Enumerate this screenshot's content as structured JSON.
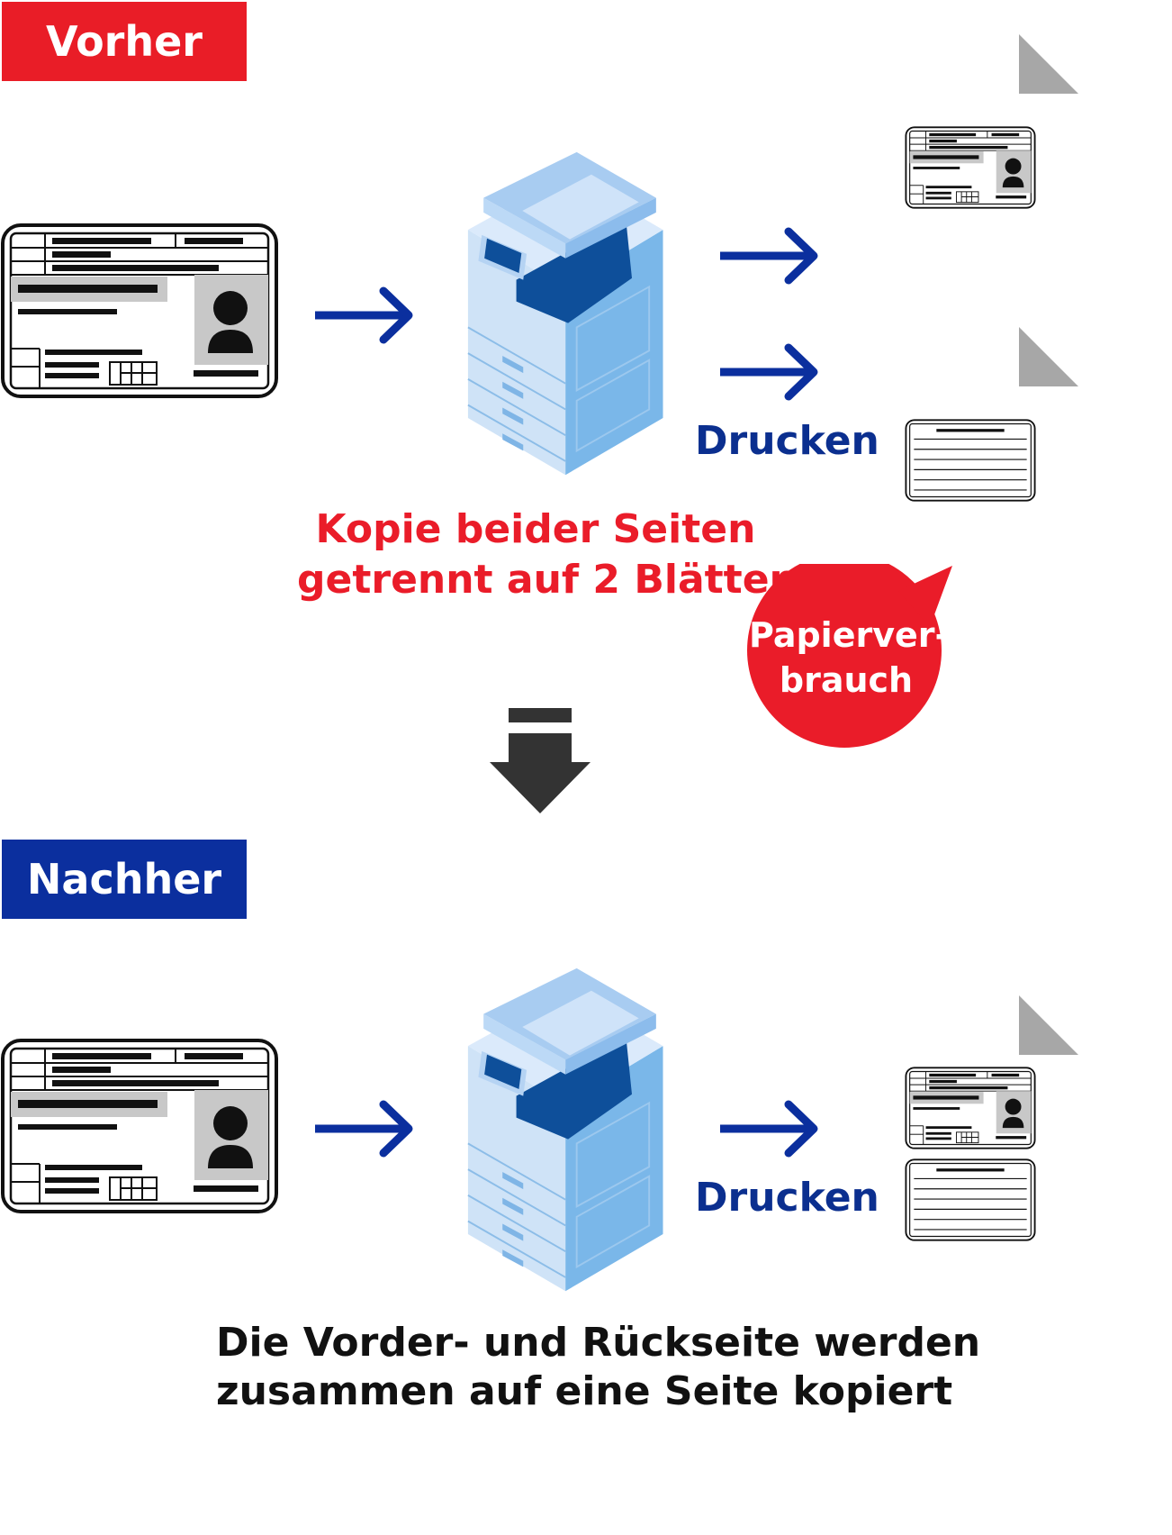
{
  "before": {
    "tag": "Vorher",
    "tag_color": "#e91d27",
    "print_label": "Drucken",
    "caption_line1": "Kopie beider Seiten",
    "caption_line2": "getrennt auf 2 Blättern",
    "bubble_line1": "Papierver-",
    "bubble_line2": "brauch"
  },
  "after": {
    "tag": "Nachher",
    "tag_color": "#0b2f9e",
    "print_label": "Drucken",
    "caption_line1": "Die Vorder- und Rückseite werden",
    "caption_line2": "zusammen auf eine Seite kopiert"
  },
  "colors": {
    "accent_red": "#ea1c29",
    "accent_blue": "#0b2f8f",
    "arrow_blue": "#0b2f9e",
    "down_arrow": "#333333",
    "paper_fold": "#a7a7a7"
  },
  "icons": [
    "id-card-front-icon",
    "id-card-back-icon",
    "copier-icon",
    "right-arrow-icon",
    "down-arrow-icon",
    "paper-sheet-icon"
  ]
}
